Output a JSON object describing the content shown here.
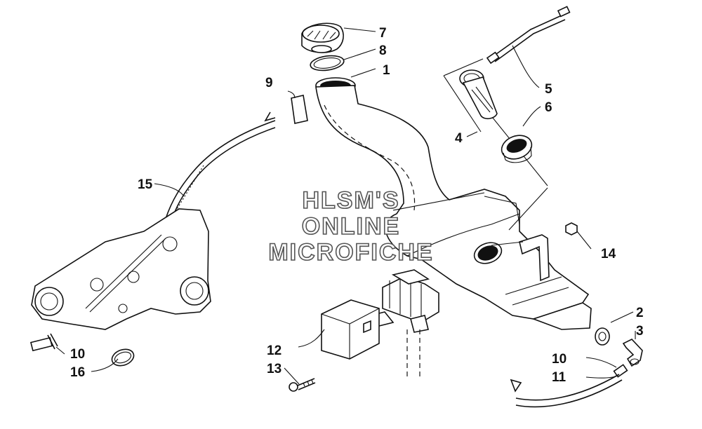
{
  "watermark": {
    "line1": "HLSM'S",
    "line2": "ONLINE",
    "line3": "MICROFICHE"
  },
  "callouts": {
    "c1": "1",
    "c2": "2",
    "c3": "3",
    "c4": "4",
    "c5": "5",
    "c6": "6",
    "c7": "7",
    "c8": "8",
    "c9": "9",
    "c10a": "10",
    "c10b": "10",
    "c11": "11",
    "c12": "12",
    "c13": "13",
    "c14": "14",
    "c15": "15",
    "c16": "16"
  },
  "colors": {
    "ink": "#111111",
    "paper": "#ffffff",
    "watermark": "#555555"
  }
}
